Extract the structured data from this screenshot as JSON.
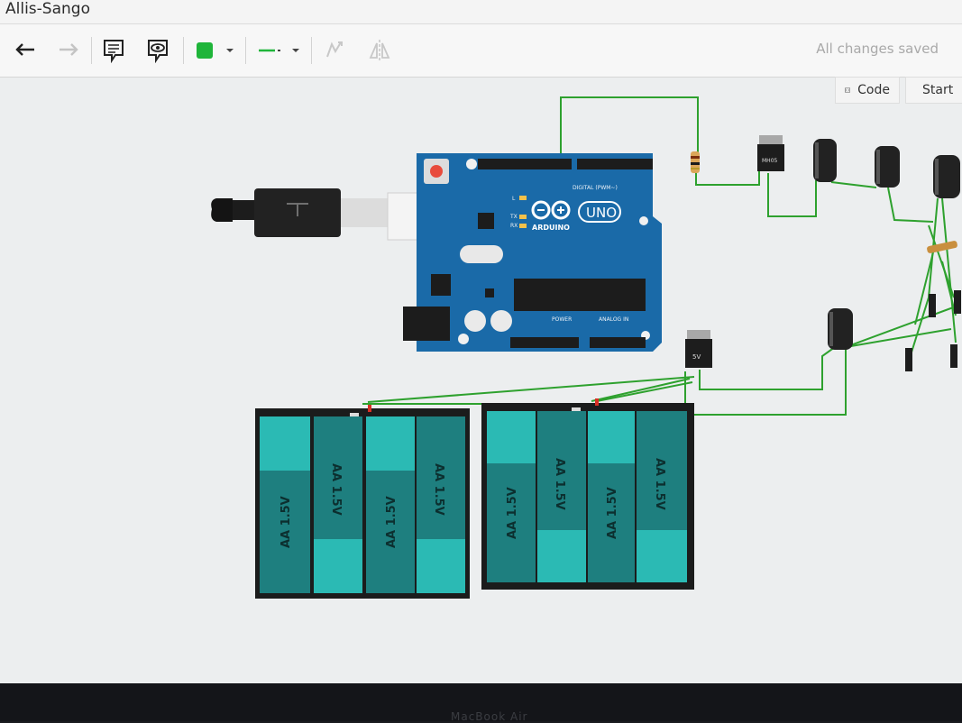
{
  "window": {
    "title": "Allis-Sango"
  },
  "toolbar": {
    "status": "All changes saved",
    "code_label": "Code",
    "start_label": "Start",
    "fill_color": "#1fb53a",
    "line_color": "#1fb53a"
  },
  "circuit": {
    "arduino": {
      "brand": "ARDUINO",
      "model": "UNO",
      "digital_label": "DIGITAL (PWM~)",
      "analog_label": "ANALOG IN",
      "power_label": "POWER",
      "tx": "TX",
      "rx": "RX",
      "l": "L"
    },
    "regulator_top": "MH05",
    "regulator_mid": "5V",
    "battery_label": "AA 1.5V"
  },
  "bezel": {
    "brand": "MacBook Air"
  }
}
